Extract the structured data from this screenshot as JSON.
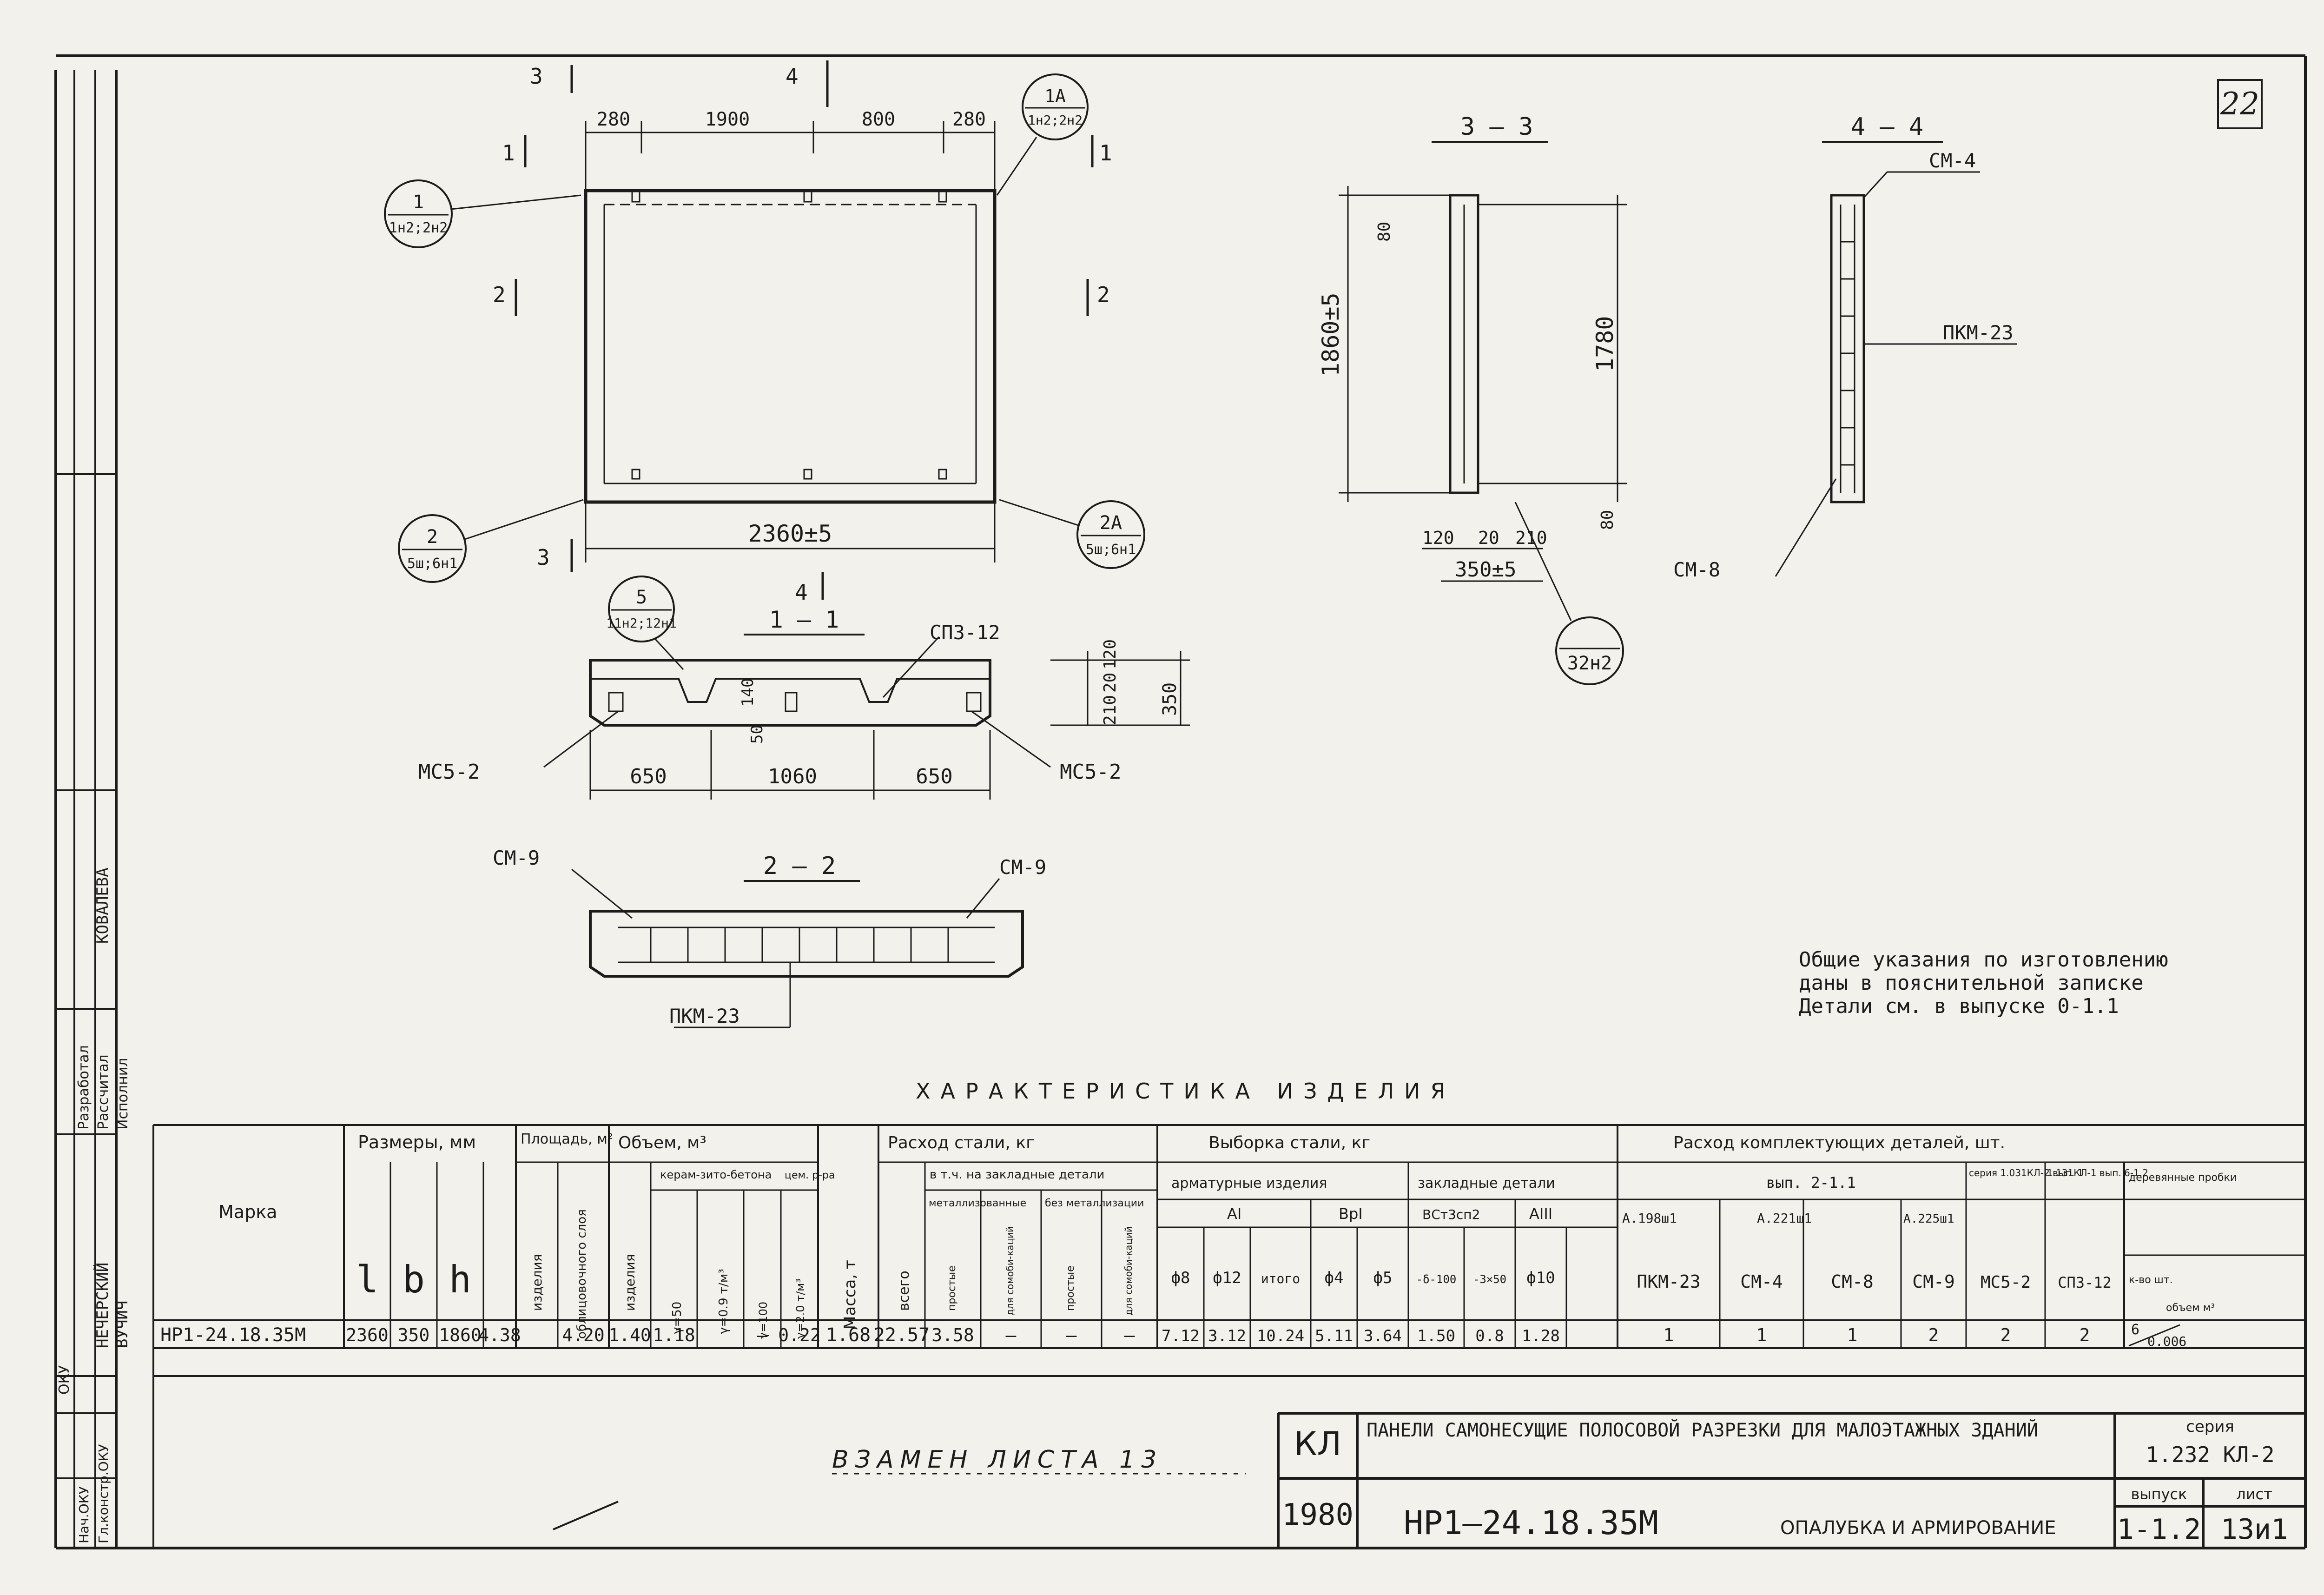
{
  "sheet_number": "22",
  "notes": [
    "Общие указания по изготовлению",
    "даны в пояснительной записке",
    "Детали см. в выпуске 0-1.1"
  ],
  "drawing": {
    "front_view": {
      "dims_top": [
        "280",
        "1900",
        "800",
        "280"
      ],
      "width": "2360±5",
      "section_marks": [
        "1",
        "1",
        "2",
        "2",
        "3",
        "3",
        "4",
        "4"
      ],
      "callouts": [
        {
          "num": "1",
          "sub": "1н2;2н2"
        },
        {
          "num": "1А",
          "sub": "1н2;2н2"
        },
        {
          "num": "2",
          "sub": "5ш;6н1"
        },
        {
          "num": "2А",
          "sub": "5ш;6н1"
        }
      ]
    },
    "section_1_1": {
      "title": "1 — 1",
      "callout": {
        "num": "5",
        "sub": "11н2;12н1"
      },
      "labels": [
        "СП3-12",
        "МС5-2",
        "МС5-2"
      ],
      "dims_bottom": [
        "650",
        "1060",
        "650"
      ],
      "dims_right": [
        "120",
        "20",
        "210",
        "350"
      ],
      "dims_center": [
        "140",
        "50"
      ]
    },
    "section_2_2": {
      "title": "2 — 2",
      "labels": [
        "СМ-9",
        "СМ-9",
        "ПКМ-23"
      ]
    },
    "section_3_3": {
      "title": "3 — 3",
      "height": "1860±5",
      "inner": "1780",
      "dims_v": [
        "80",
        "80"
      ],
      "dims_bottom": [
        "120",
        "20",
        "210"
      ],
      "total": "350±5",
      "callout": {
        "num": "",
        "sub": "32н2"
      }
    },
    "section_4_4": {
      "title": "4 — 4",
      "labels": [
        "СМ-4",
        "ПКМ-23",
        "СМ-8"
      ]
    }
  },
  "stamp": {
    "roles": [
      "Разработал",
      "Рассчитал",
      "Исполнил"
    ],
    "names": [
      "НЕЧЕРСКИЙ",
      "КОВАЛЕВА",
      "ВУЧИЧ"
    ],
    "org": "ОКУ",
    "bottom_roles": [
      "Нач.ОКУ",
      "Гл.констр.ОКУ"
    ]
  },
  "characteristics": {
    "title": "ХАРАКТЕРИСТИКА ИЗДЕЛИЯ",
    "head": {
      "mark": "Марка",
      "dims_group": "Размеры, мм",
      "area_group": "Площадь, м²",
      "volume_group": "Объем, м³",
      "mass": "Масса, т",
      "steel_group": "Расход стали, кг",
      "selection_group": "Выборка стали, кг",
      "parts_group": "Расход комплектующих деталей, шт.",
      "l": "l",
      "b": "b",
      "h": "h",
      "area_cols": [
        "изделия",
        "облицовочного слоя"
      ],
      "vol_sub": [
        "керам-зито-бетона",
        "цем. р-ра"
      ],
      "vol_cols": [
        "изделия",
        "γ=50",
        "γ=0.9 т/м³",
        "γ=100",
        "γ=2.0 т/м³"
      ],
      "steel_total": "всего",
      "steel_incl": "в т.ч. на закладные детали",
      "steel_metal": "металлизованные",
      "steel_nonmetal": "без металлизации",
      "steel_sub": [
        "простые",
        "для сомоби-каций",
        "простые",
        "для сомоби-каций"
      ],
      "rebar": "арматурные изделия",
      "embedded": "закладные детали",
      "grade_AI": "АI",
      "grade_BpI": "ВрI",
      "grade_Vst": "ВСт3сп2",
      "grade_AIII": "АIII",
      "diameters": [
        "ф8",
        "ф12",
        "итого",
        "ф4",
        "ф5",
        "-δ-100",
        "-3×50",
        "ф10"
      ],
      "series_1": "вып. 2-1.1",
      "series_2": "серия 1.031КЛ-2 вып. 1",
      "series_3": "1.131КЛ-1 вып. 6-1.2",
      "wood": "деревянные пробки",
      "refs": [
        "А.198ш1",
        "А.221ш1",
        "А.225ш1"
      ],
      "parts": [
        "ПКМ-23",
        "СМ-4",
        "СМ-8",
        "СМ-9",
        "МС5-2",
        "СП3-12"
      ],
      "wood_sub": [
        "к-во шт.",
        "объем м³"
      ]
    },
    "row": {
      "mark": "НР1-24.18.35М",
      "l": "2360",
      "b": "350",
      "h": "1860",
      "area_item": "4.38",
      "area_face": "4.20",
      "vol_item": "1.40",
      "vol_ker": "1.18",
      "vol_c50": "—",
      "vol_c100": "0.22",
      "mass": "1.68",
      "steel_total": "22.57",
      "steel_m1": "3.58",
      "steel_m2": "—",
      "steel_n1": "—",
      "steel_n2": "—",
      "sel": [
        "7.12",
        "3.12",
        "10.24",
        "5.11",
        "3.64",
        "1.50",
        "0.8",
        "1.28"
      ],
      "parts": [
        "1",
        "1",
        "1",
        "2",
        "2",
        "2"
      ],
      "wood_qty": "6",
      "wood_vol": "0.006"
    }
  },
  "title_block": {
    "org": "КЛ",
    "title": "ПАНЕЛИ САМОНЕСУЩИЕ ПОЛОСОВОЙ РАЗРЕЗКИ ДЛЯ МАЛОЭТАЖНЫХ ЗДАНИЙ",
    "series_label": "серия",
    "series": "1.232 КЛ-2",
    "year": "1980",
    "mark": "НР1–24.18.35М",
    "content": "ОПАЛУБКА И АРМИРОВАНИЕ",
    "issue_label": "выпуск",
    "issue": "1-1.2",
    "sheet_label": "лист",
    "sheet": "13и1",
    "replace_text": "ВЗАМЕН ЛИСТА 13"
  }
}
